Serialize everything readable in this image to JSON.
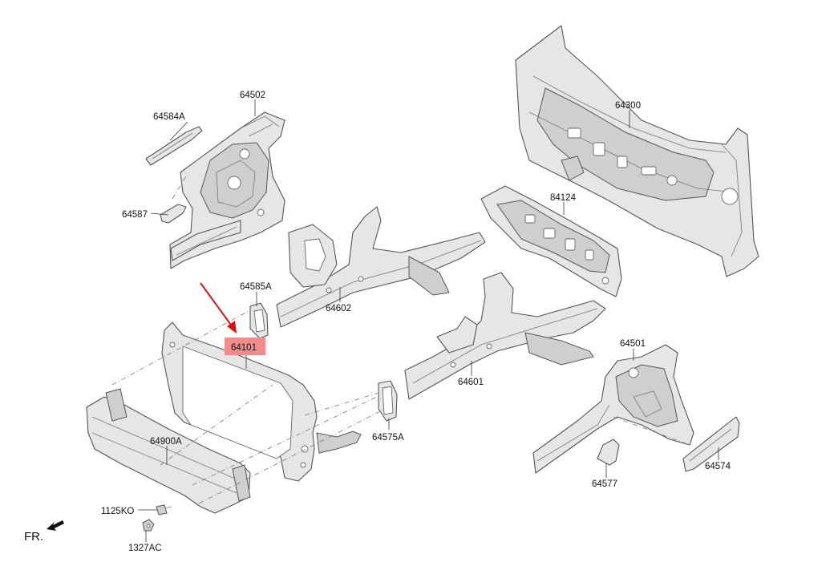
{
  "diagram": {
    "highlight_color": "#f28c8c",
    "arrow_color": "#e01010",
    "highlighted_part": "64101",
    "labels": {
      "p64502": "64502",
      "p64584A": "64584A",
      "p64587": "64587",
      "p64300": "64300",
      "p84124": "84124",
      "p64585A": "64585A",
      "p64602": "64602",
      "p64101": "64101",
      "p64601": "64601",
      "p64501": "64501",
      "p64900A": "64900A",
      "p64575A": "64575A",
      "p64577": "64577",
      "p64574": "64574",
      "p1125KO": "1125KO",
      "p1327AC": "1327AC"
    },
    "direction_label": "FR."
  }
}
